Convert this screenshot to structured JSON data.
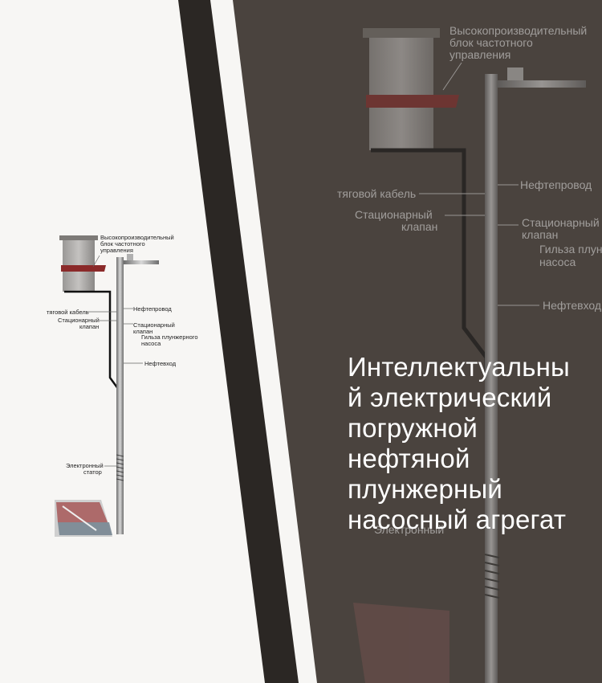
{
  "headline": {
    "lines": [
      "Интеллектуальны",
      "й электрический",
      "погружной",
      "нефтяной",
      "плунжерный",
      "насосный агрегат"
    ]
  },
  "diagram": {
    "labels": {
      "control_block_1": "Высокопроизводительный",
      "control_block_2": "блок частотного",
      "control_block_3": "управления",
      "cable": "тяговой кабель",
      "valve_left_1": "Стационарный",
      "valve_left_2": "клапан",
      "pipeline": "Нефтепровод",
      "valve_right_1": "Стационарный",
      "valve_right_2": "клапан",
      "sleeve_1": "Гильза плунжерного",
      "sleeve_2": "насоса",
      "inlet": "Нефтевход",
      "stator_1": "Электронный",
      "stator_2": "статор"
    }
  },
  "colors": {
    "page_background": "#f7f6f4",
    "dark_panel": "#4a433e",
    "stripe": "#2b2724",
    "headline_text": "#ffffff",
    "control_block_body": "#8a8886",
    "control_block_band": "#8b2a2a",
    "cable": "#1a1a1a"
  }
}
